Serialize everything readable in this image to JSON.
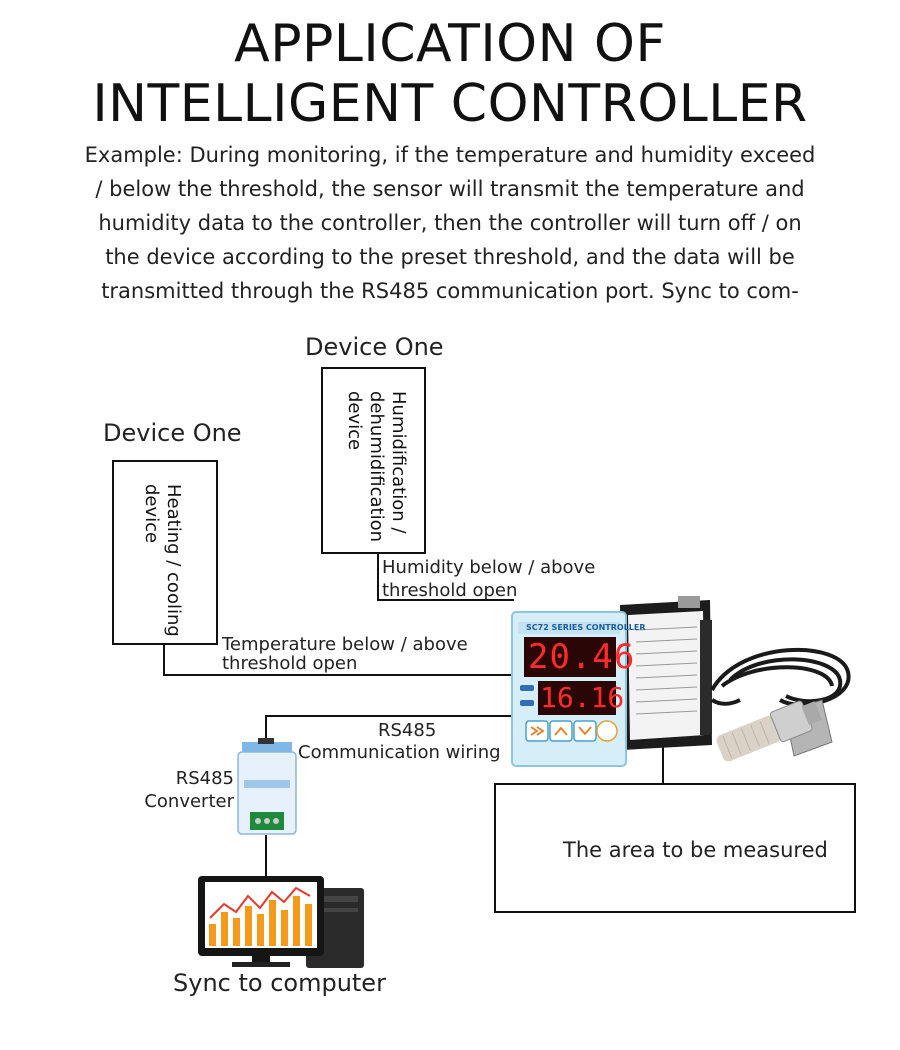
{
  "header": {
    "title_line1": "APPLICATION OF",
    "title_line2": "INTELLIGENT CONTROLLER"
  },
  "description": {
    "lines": [
      "Example: During monitoring, if the temperature and humidity exceed",
      "/ below the threshold, the sensor will transmit the temperature and",
      "humidity data to the controller, then the controller will turn off / on",
      "the device according to the preset threshold, and the data will be",
      "transmitted through the RS485 communication port. Sync to com-"
    ]
  },
  "devices": {
    "humidity_device": {
      "heading": "Device One",
      "text_line1": "Humidification /",
      "text_line2": "dehumidification",
      "text_line3": "device"
    },
    "heating_device": {
      "heading": "Device One",
      "text_line1": "Heating / cooling",
      "text_line2": "device"
    }
  },
  "connections": {
    "humidity_line1": "Humidity below / above",
    "humidity_line2": "threshold open",
    "temperature_line1": "Temperature below / above",
    "temperature_line2": "threshold open",
    "rs485_line1": "RS485",
    "rs485_line2": "Communication wiring"
  },
  "controller": {
    "brand_text": "SC72 SERIES CONTROLLER",
    "display_top": "20.46",
    "display_bottom": "16.16"
  },
  "converter": {
    "label_line1": "RS485",
    "label_line2": "Converter"
  },
  "area": {
    "label": "The area to be measured"
  },
  "computer": {
    "label": "Sync to computer"
  },
  "colors": {
    "panel": "#d6eef8",
    "display_bg": "#2a0606",
    "digit_red": "#ff2a2a",
    "chart_orange": "#f39a1b",
    "chart_red": "#e23b2b"
  }
}
